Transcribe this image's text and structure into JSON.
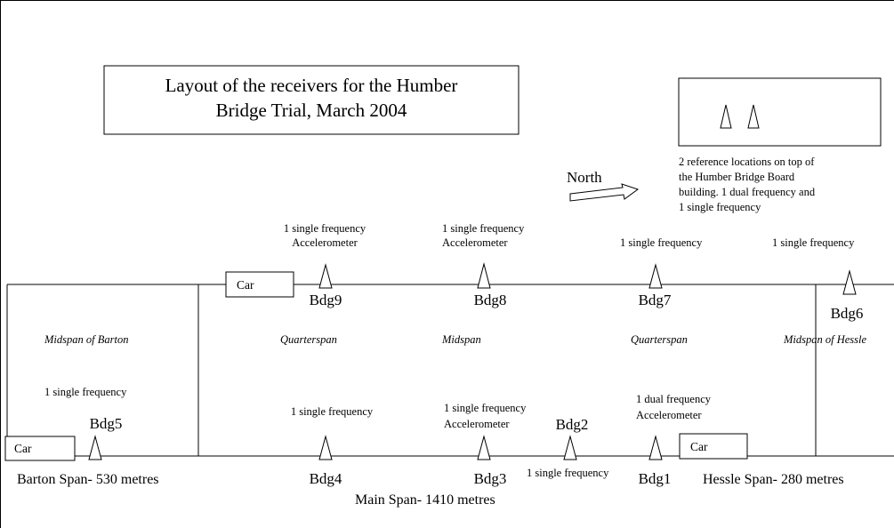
{
  "title": {
    "line1": "Layout of the receivers for the Humber",
    "line2": "Bridge Trial, March 2004"
  },
  "north": "North",
  "reference": {
    "line1": "2 reference locations on top of",
    "line2": "the Humber Bridge Board",
    "line3": "building. 1 dual frequency and",
    "line4": "1 single frequency"
  },
  "car_label": "Car",
  "receivers": {
    "bdg9": {
      "name": "Bdg9",
      "line1": "1 single frequency",
      "line2": "Accelerometer"
    },
    "bdg8": {
      "name": "Bdg8",
      "line1": "1 single frequency",
      "line2": "Accelerometer"
    },
    "bdg7": {
      "name": "Bdg7",
      "line1": "1 single frequency"
    },
    "bdg6": {
      "name": "Bdg6",
      "line1": "1 single frequency"
    },
    "bdg5": {
      "name": "Bdg5",
      "line1": "1 single frequency"
    },
    "bdg4": {
      "name": "Bdg4",
      "line1": "1 single frequency"
    },
    "bdg3": {
      "name": "Bdg3",
      "line1": "1 single frequency",
      "line2": "Accelerometer"
    },
    "bdg2": {
      "name": "Bdg2",
      "line1": "1 single frequency"
    },
    "bdg1": {
      "name": "Bdg1",
      "line1": "1 dual frequency",
      "line2": "Accelerometer"
    }
  },
  "section_labels": {
    "midspan_barton": "Midspan of Barton",
    "quarterspan_left": "Quarterspan",
    "midspan": "Midspan",
    "quarterspan_right": "Quarterspan",
    "midspan_hessle": "Midspan of Hessle"
  },
  "spans": {
    "barton": "Barton Span- 530 metres",
    "main": "Main Span- 1410 metres",
    "hessle": "Hessle Span- 280 metres"
  }
}
